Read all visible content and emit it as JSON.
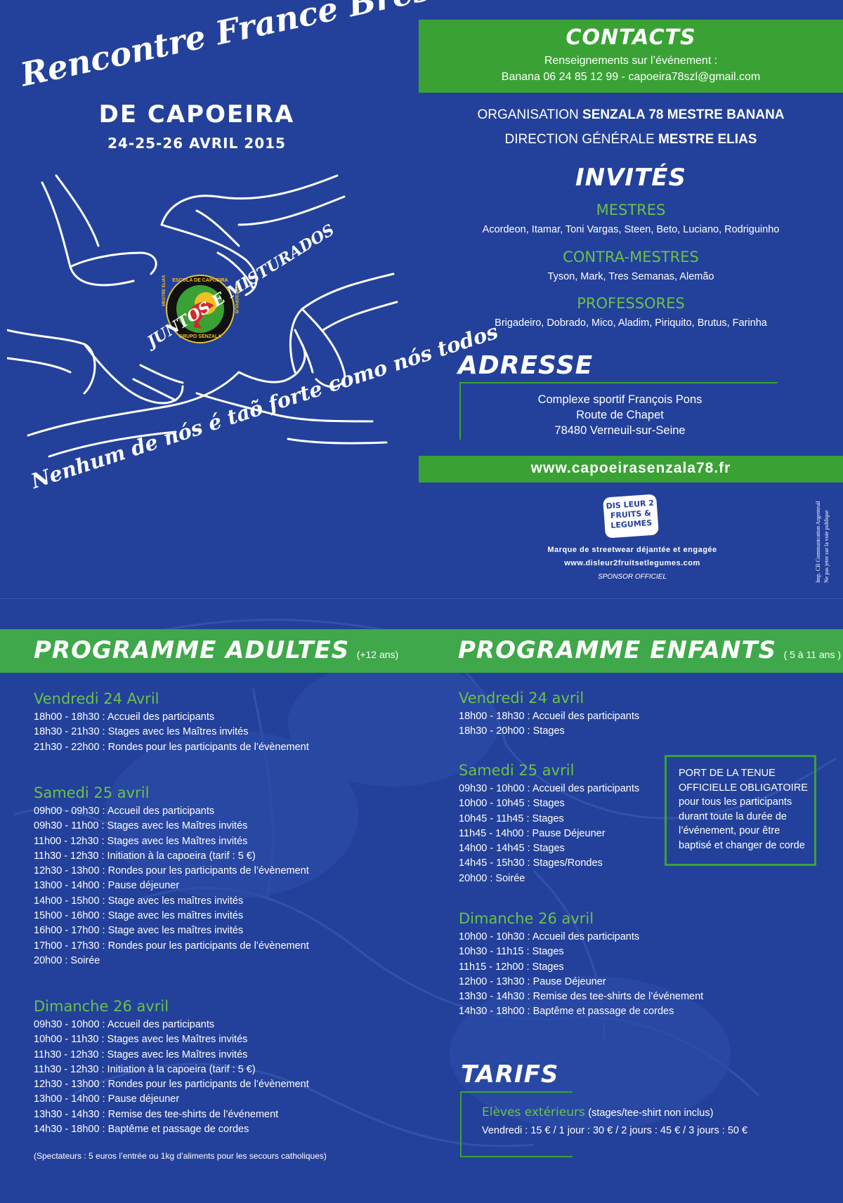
{
  "poster": {
    "title_line1": "Rencontre France Brésil",
    "title_line2": "DE CAPOEIRA",
    "dates": "24-25-26 AVRIL 2015",
    "logo": {
      "ring_top": "ESCOLA DE CAPOEIRA",
      "ring_left": "MESTRE ELIAS",
      "ring_right": "TERESÓPOLIS",
      "ring_bottom": "GRUPO SENZALA",
      "banner": "JUNTOS E MISTURADOS"
    },
    "motto": "Nenhum de nós é taõ forte como nós todos"
  },
  "contacts": {
    "heading": "CONTACTS",
    "line1": "Renseignements sur l’événement :",
    "line2": "Banana 06 24 85 12 99 - capoeira78szl@gmail.com"
  },
  "organisation": {
    "org_prefix": "ORGANISATION ",
    "org_name": "SENZALA 78 MESTRE BANANA",
    "dir_prefix": "DIRECTION GÉNÉRALE ",
    "dir_name": "MESTRE ELIAS"
  },
  "invites": {
    "heading": "INVITÉS",
    "groups": [
      {
        "title": "MESTRES",
        "names": "Acordeon, Itamar, Toni Vargas, Steen, Beto, Luciano, Rodriguinho"
      },
      {
        "title": "CONTRA-MESTRES",
        "names": "Tyson, Mark, Tres Semanas, Alemão"
      },
      {
        "title": "PROFESSORES",
        "names": "Brigadeiro, Dobrado, Mico, Aladim, Piriquito, Brutus, Farinha"
      }
    ]
  },
  "adresse": {
    "heading": "ADRESSE",
    "line1": "Complexe sportif François Pons",
    "line2": "Route de Chapet",
    "line3": "78480 Verneuil-sur-Seine"
  },
  "website": "www.capoeirasenzala78.fr",
  "sponsor": {
    "logo_text": "DIS LEUR 2 FRUITS & LEGUMES",
    "tagline": "Marque de streetwear déjantée et engagée",
    "url": "www.disleur2fruitsetlegumes.com",
    "label": "SPONSOR OFFICIEL"
  },
  "imprint": {
    "line1": "Imp. CB Communication Argenteuil",
    "line2": "Ne pas jeter sur la voie publique"
  },
  "adultes": {
    "heading": "PROGRAMME ADULTES",
    "age": "(+12 ans)",
    "days": [
      {
        "title": "Vendredi 24 Avril",
        "items": [
          "18h00 - 18h30 : Accueil des participants",
          "18h30 - 21h30 : Stages avec les Maîtres invités",
          "21h30 - 22h00 : Rondes pour les participants de l’évènement"
        ]
      },
      {
        "title": "Samedi 25 avril",
        "items": [
          "09h00 - 09h30 : Accueil des participants",
          "09h30 - 11h00 : Stages avec les Maîtres invités",
          "11h00 - 12h30 : Stages avec les Maîtres invités",
          "11h30 - 12h30 : Initiation à la capoeira (tarif : 5 €)",
          "12h30 - 13h00 : Rondes pour les participants de l’évènement",
          "13h00 - 14h00 : Pause déjeuner",
          "14h00 - 15h00 : Stage avec les maîtres invités",
          "15h00 - 16h00 : Stage avec les maîtres invités",
          "16h00 - 17h00 : Stage avec les maîtres invités",
          "17h00 - 17h30 : Rondes pour les participants de l’évènement",
          "20h00 : Soirée"
        ]
      },
      {
        "title": "Dimanche 26 avril",
        "items": [
          "09h30 - 10h00 : Accueil des participants",
          "10h00 - 11h30 : Stages avec les Maîtres invités",
          "11h30 - 12h30 : Stages avec les Maîtres invités",
          "11h30 - 12h30 : Initiation à la capoeira (tarif : 5 €)",
          "12h30 - 13h00 : Rondes pour les participants de l’évènement",
          "13h00 - 14h00 : Pause déjeuner",
          "13h30 - 14h30 : Remise des tee-shirts de l’événement",
          "14h30 - 18h00 : Baptême et passage de cordes"
        ]
      }
    ],
    "note": "(Spectateurs : 5 euros l’entrée ou 1kg d’aliments pour les secours catholiques)"
  },
  "enfants": {
    "heading": "PROGRAMME ENFANTS",
    "age": "( 5 à 11 ans )",
    "days": [
      {
        "title": "Vendredi 24 avril",
        "items": [
          "18h00 - 18h30 : Accueil des participants",
          "18h30 - 20h00 : Stages"
        ]
      },
      {
        "title": "Samedi 25 avril",
        "items": [
          "09h30 - 10h00 : Accueil des participants",
          "10h00 - 10h45 : Stages",
          "10h45 - 11h45 : Stages",
          "11h45 - 14h00 : Pause Déjeuner",
          "14h00 - 14h45 : Stages",
          "14h45 - 15h30 : Stages/Rondes",
          "20h00 : Soirée"
        ]
      },
      {
        "title": "Dimanche 26 avril",
        "items": [
          "10h00 - 10h30 : Accueil des participants",
          "10h30 - 11h15 : Stages",
          "11h15 - 12h00 : Stages",
          "12h00 - 13h30 : Pause Déjeuner",
          "13h30 - 14h30 : Remise des tee-shirts de l’événement",
          "14h30 - 18h00 : Baptême et passage de cordes"
        ]
      }
    ],
    "notice": [
      "PORT DE LA TENUE",
      "OFFICIELLE OBLIGATOIRE",
      "pour tous les participants",
      "durant toute la durée de",
      "l’événement, pour être",
      "baptisé et changer de corde"
    ]
  },
  "tarifs": {
    "heading": "TARIFS",
    "label": "Elèves extérieurs",
    "qualifier": "(stages/tee-shirt non inclus)",
    "prices": "Vendredi : 15 € / 1 jour : 30 € / 2 jours : 45 € / 3 jours : 50 €"
  },
  "colors": {
    "background": "#23419a",
    "accent_green": "#3aa234",
    "heading_green": "#6cc04a"
  }
}
